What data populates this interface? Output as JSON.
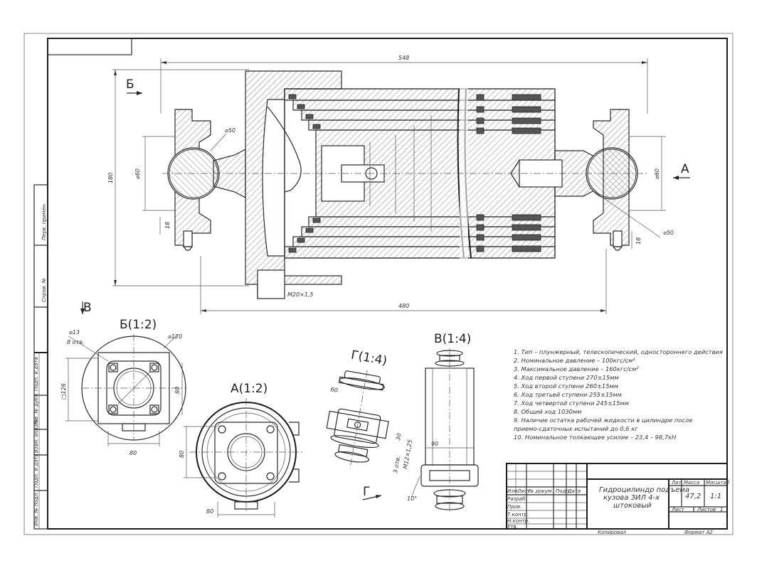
{
  "views": {
    "b_arrow": "Б",
    "a_arrow": "А",
    "v_arrow": "В",
    "g_arrow": "Г",
    "section_b": "Б(1:2)",
    "section_a": "А(1:2)",
    "section_g": "Г(1:4)",
    "section_v": "В(1:4)"
  },
  "dimensions": {
    "overall_length": "548",
    "pin_length": "480",
    "height": "180",
    "dia_50_left": "⌀50",
    "dia_50_right": "⌀50",
    "dia_60_left": "⌀60",
    "dia_60_right": "⌀60",
    "dim_18_left": "18",
    "dim_18_right": "18",
    "thread": "M20×1,5",
    "b_hole": "⌀13",
    "b_hole_count": "8 отв.",
    "b_dia": "⌀120",
    "b_square": "□126",
    "b_80_side": "80",
    "b_80_bottom": "80",
    "a_80_side": "80",
    "a_80_bottom": "80",
    "g_60": "60",
    "g_30": "30",
    "g_m": "M12×1,25",
    "g_holes": "3 отв.",
    "v_90": "90",
    "v_10": "10°"
  },
  "notes": [
    "1. Тип – плунжерный, телескопический, одностороннего действия",
    "2. Номинальное давление – 100кгс/см²",
    "3. Максимальное давление – 160кгс/см²",
    "4. Ход первой ступени 270±15мм",
    "5. Ход второй ступени 260±15мм",
    "6. Ход третьей ступени 255±15мм",
    "7. Ход четвертой ступени 245±15мм",
    "8. Общий ход 1030мм",
    "9. Наличие остатка рабочей жидкости в цилиндре после",
    "приемо-сдаточных испытаний до 0,6 кг",
    "10. Номинальное толкающее усилие – 23,4 – 98,7кН"
  ],
  "title_block": {
    "title_line1": "Гидроцилиндр подъема",
    "title_line2": "кузова ЗИЛ 4-х",
    "title_line3": "штоковый",
    "lit_label": "Лит.",
    "mass_label": "Масса",
    "scale_label": "Масштаб",
    "mass_value": "47,2",
    "scale_value": "1:1",
    "sheet_label": "Лист",
    "sheets_label": "Листов",
    "sheets_value": "1",
    "row_izm": "Изм.",
    "row_list": "Лист",
    "row_doc": "№ докум.",
    "row_sign": "Подп.",
    "row_date": "Дата",
    "razrab": "Разраб.",
    "prov": "Пров.",
    "tkontr": "Т.контр.",
    "nkontr": "Н.контр.",
    "utv": "Утв.",
    "copied": "Копировал",
    "format": "Формат А2"
  },
  "side_strip": {
    "perv_primen": "Перв. примен.",
    "sprav": "Справ. №",
    "podp_data_1": "Подп. и дата",
    "inv_dubl": "Инв. № дубл.",
    "vzam_inv": "Взам. инв. №",
    "podp_data_2": "Подп. и дата",
    "inv_podl": "Инв. № подл."
  }
}
